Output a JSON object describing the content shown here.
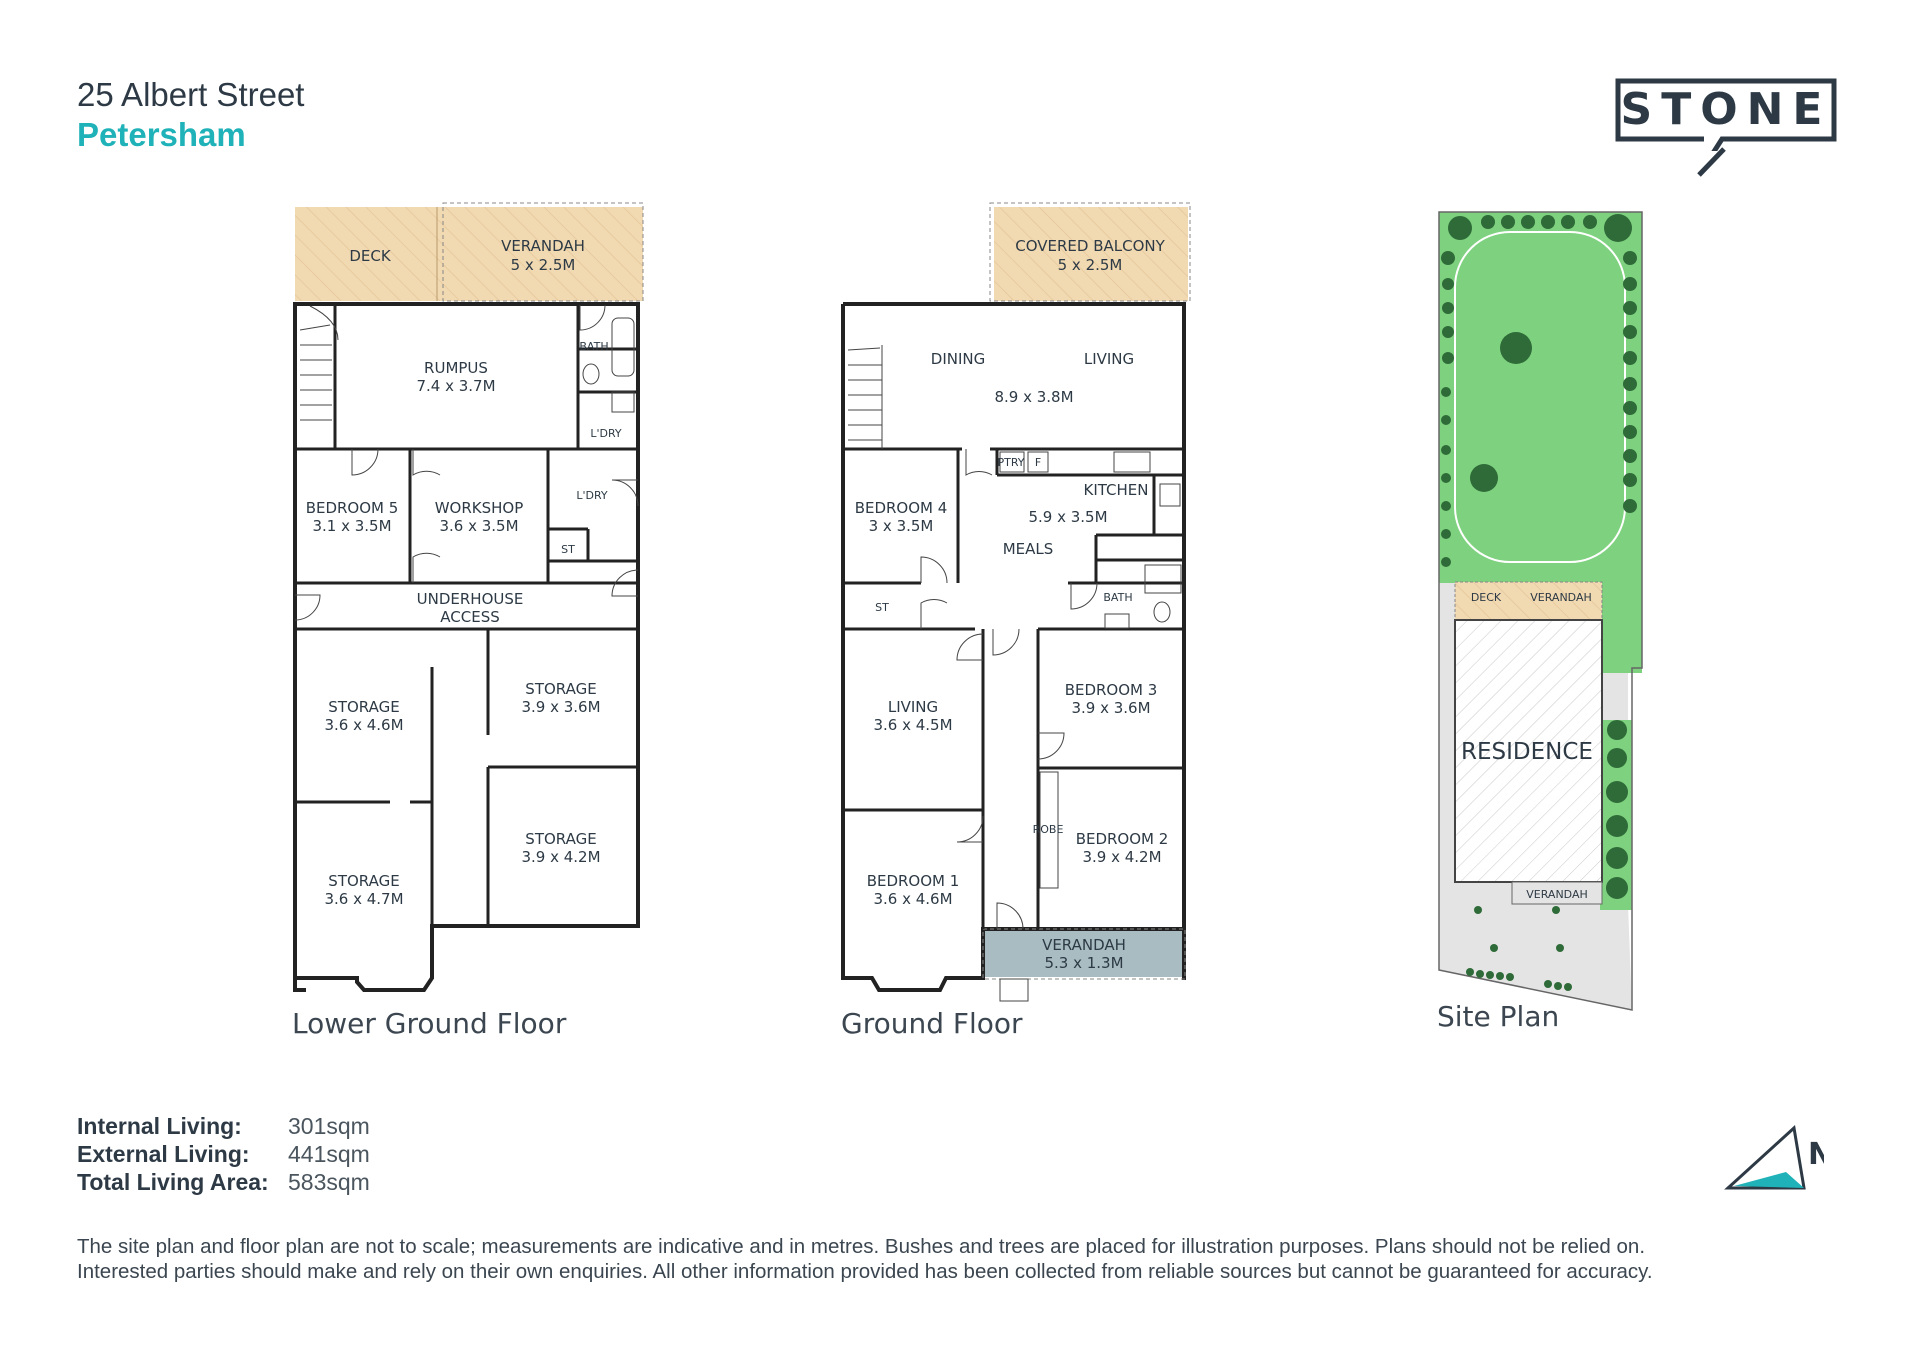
{
  "header": {
    "address_line": "25 Albert Street",
    "suburb": "Petersham"
  },
  "logo": {
    "text": "STONE",
    "color": "#2d3a45"
  },
  "colors": {
    "accent": "#1fb2b8",
    "text": "#2d3a45",
    "deck": "#f1d9b2",
    "lawn": "#7ed17e",
    "tree": "#2e6b38",
    "verandah_ground": "#a9bcc2",
    "wall": "#222222"
  },
  "lower_ground": {
    "title": "Lower Ground Floor",
    "deck": "DECK",
    "verandah": {
      "name": "VERANDAH",
      "size": "5 x 2.5M"
    },
    "rumpus": {
      "name": "RUMPUS",
      "size": "7.4 x 3.7M"
    },
    "bath": "BATH",
    "ldry_a": "L'DRY",
    "ldry_b": "L'DRY",
    "bedroom5": {
      "name": "BEDROOM 5",
      "size": "3.1 x 3.5M"
    },
    "workshop": {
      "name": "WORKSHOP",
      "size": "3.6 x 3.5M"
    },
    "st": "ST",
    "underhouse": {
      "line1": "UNDERHOUSE",
      "line2": "ACCESS"
    },
    "storage_a": {
      "name": "STORAGE",
      "size": "3.6 x 4.6M"
    },
    "storage_b": {
      "name": "STORAGE",
      "size": "3.9 x 3.6M"
    },
    "storage_c": {
      "name": "STORAGE",
      "size": "3.6 x 4.7M"
    },
    "storage_d": {
      "name": "STORAGE",
      "size": "3.9 x 4.2M"
    }
  },
  "ground": {
    "title": "Ground Floor",
    "balcony": {
      "name": "COVERED BALCONY",
      "size": "5 x 2.5M"
    },
    "dining": "DINING",
    "living_top": "LIVING",
    "living_size": "8.9 x 3.8M",
    "ptry": "PTRY",
    "fridge": "F",
    "kitchen": {
      "name": "KITCHEN",
      "size": "5.9 x 3.5M"
    },
    "meals": "MEALS",
    "bedroom4": {
      "name": "BEDROOM 4",
      "size": "3 x 3.5M"
    },
    "st": "ST",
    "bath": "BATH",
    "living": {
      "name": "LIVING",
      "size": "3.6 x 4.5M"
    },
    "bedroom3": {
      "name": "BEDROOM 3",
      "size": "3.9 x 3.6M"
    },
    "robe": "ROBE",
    "bedroom2": {
      "name": "BEDROOM 2",
      "size": "3.9 x 4.2M"
    },
    "bedroom1": {
      "name": "BEDROOM 1",
      "size": "3.6 x 4.6M"
    },
    "verandah": {
      "name": "VERANDAH",
      "size": "5.3 x 1.3M"
    }
  },
  "site": {
    "title": "Site Plan",
    "deck": "DECK",
    "verandah_rear": "VERANDAH",
    "residence": "RESIDENCE",
    "verandah_front": "VERANDAH"
  },
  "stats": {
    "internal_label": "Internal Living:",
    "internal_value": "301sqm",
    "external_label": "External Living:",
    "external_value": "441sqm",
    "total_label": "Total Living Area:",
    "total_value": "583sqm"
  },
  "compass": {
    "letter": "N"
  },
  "disclaimer": {
    "line1": "The site plan and floor plan are not to scale; measurements are indicative and in metres. Bushes and trees are placed for illustration purposes. Plans should not be relied on.",
    "line2": "Interested parties should make and rely on their own enquiries. All other information provided has been collected from reliable sources but cannot be guaranteed for accuracy."
  }
}
